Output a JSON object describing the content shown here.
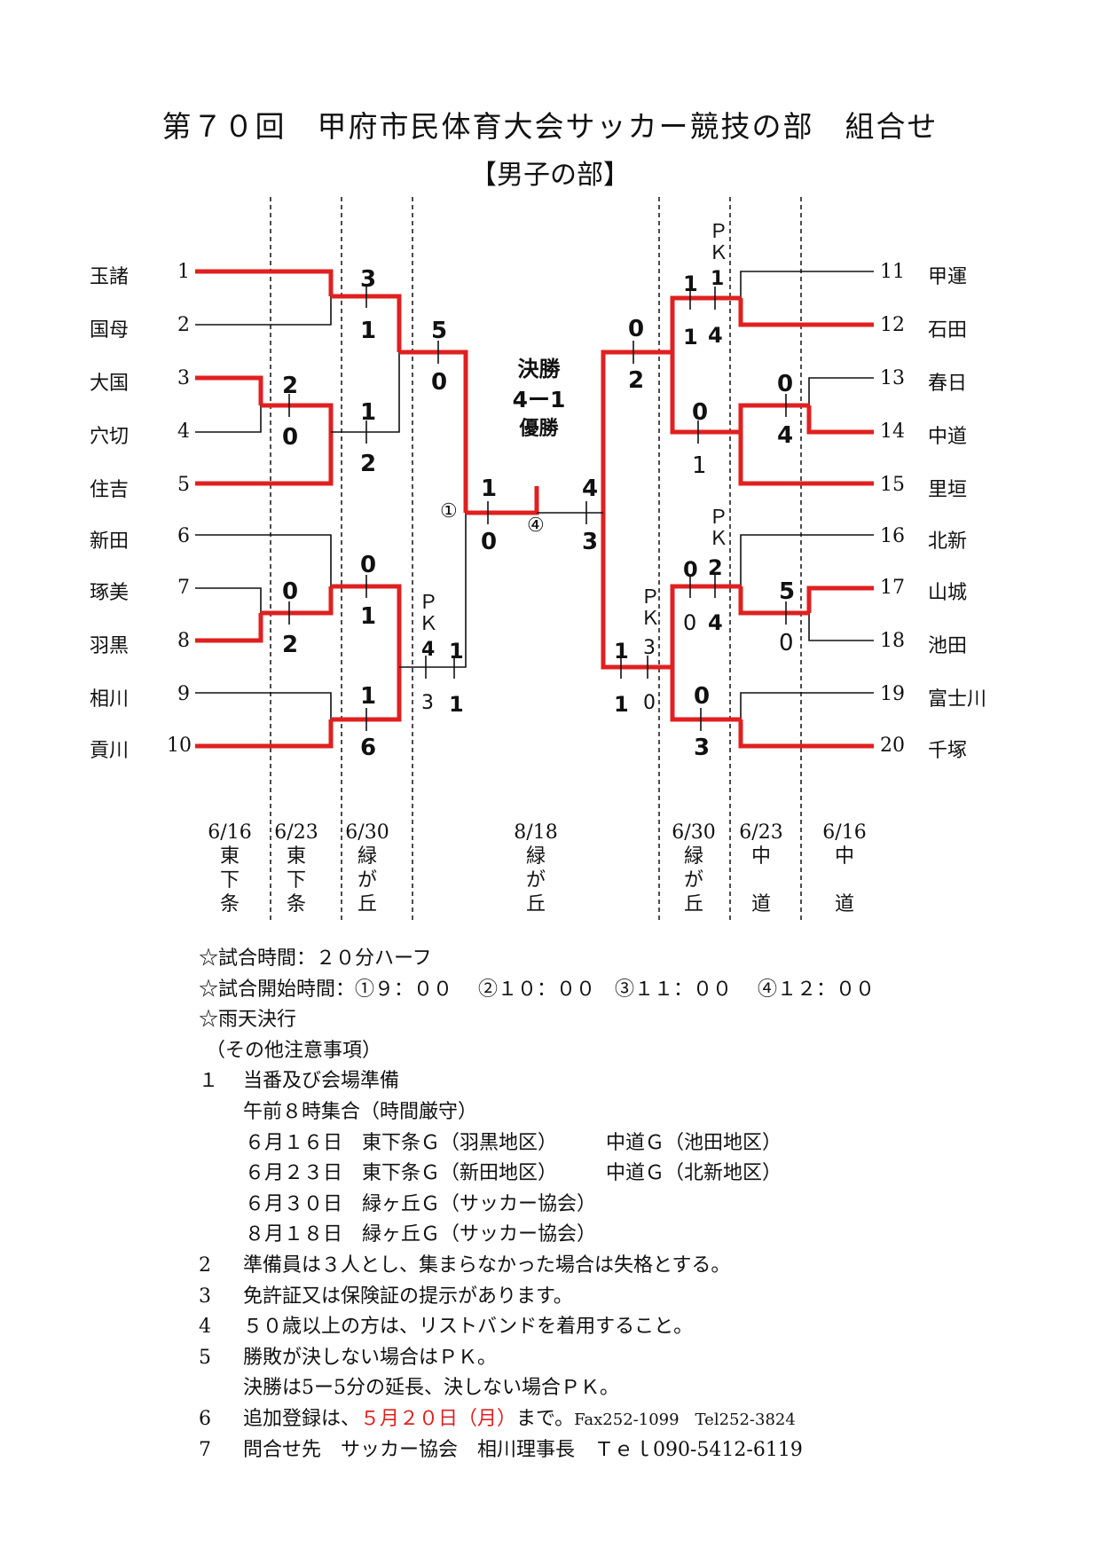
{
  "title": "第７０回　甲府市民体育大会サッカー競技の部　組合せ",
  "subtitle": "【男子の部】",
  "colors": {
    "winner_line": "#e02020",
    "line": "#111111",
    "highlight_text": "#e02020"
  },
  "left_teams": [
    {
      "seed": "1",
      "name": "玉諸"
    },
    {
      "seed": "2",
      "name": "国母"
    },
    {
      "seed": "3",
      "name": "大国"
    },
    {
      "seed": "4",
      "name": "穴切"
    },
    {
      "seed": "5",
      "name": "住吉"
    },
    {
      "seed": "6",
      "name": "新田"
    },
    {
      "seed": "7",
      "name": "琢美"
    },
    {
      "seed": "8",
      "name": "羽黒"
    },
    {
      "seed": "9",
      "name": "相川"
    },
    {
      "seed": "10",
      "name": "貢川"
    }
  ],
  "right_teams": [
    {
      "seed": "11",
      "name": "甲運"
    },
    {
      "seed": "12",
      "name": "石田"
    },
    {
      "seed": "13",
      "name": "春日"
    },
    {
      "seed": "14",
      "name": "中道"
    },
    {
      "seed": "15",
      "name": "里垣"
    },
    {
      "seed": "16",
      "name": "北新"
    },
    {
      "seed": "17",
      "name": "山城"
    },
    {
      "seed": "18",
      "name": "池田"
    },
    {
      "seed": "19",
      "name": "富士川"
    },
    {
      "seed": "20",
      "name": "千塚"
    }
  ],
  "scores": {
    "l_r2_a_top": "3",
    "l_r2_a_bot": "1",
    "l_r1_a_top": "2",
    "l_r1_a_bot": "0",
    "l_r2_b_top": "1",
    "l_r2_b_bot": "2",
    "l_r3_a_top": "5",
    "l_r3_a_bot": "0",
    "l_r2_c_top": "0",
    "l_r2_c_bot": "1",
    "l_r1_b_top": "0",
    "l_r1_b_bot": "2",
    "l_r2_d_top": "1",
    "l_r2_d_bot": "6",
    "l_r3_b_pk_top": "4",
    "l_r3_b_pk_bot": "3",
    "l_r3_b_top": "1",
    "l_r3_b_bot": "1",
    "l_sf_top": "1",
    "l_sf_bot": "0",
    "r_sf_top": "4",
    "r_sf_bot": "3",
    "r_r3_a_top": "0",
    "r_r3_a_bot": "2",
    "r_r2_a_top": "1",
    "r_r2_a_bot": "1",
    "r_r2_a_pk_top": "1",
    "r_r2_a_pk_bot": "4",
    "r_r1_a_top": "0",
    "r_r1_a_bot": "4",
    "r_r2_b_top": "0",
    "r_r2_b_bot": "1",
    "r_r2_c_top": "0",
    "r_r2_c_bot": "0",
    "r_r2_c_pk_top": "2",
    "r_r2_c_pk_bot": "4",
    "r_r1_b_top": "5",
    "r_r1_b_bot": "0",
    "r_r3_b_top": "1",
    "r_r3_b_bot": "1",
    "r_r3_b_pk_top": "3",
    "r_r3_b_pk_bot": "0",
    "r_r2_d_top": "0",
    "r_r2_d_bot": "3"
  },
  "pk_label": "ＰＫ",
  "final": {
    "label": "決勝",
    "score": "4ー1",
    "winner_label": "優勝"
  },
  "match_numbers": {
    "left_sf": "①",
    "right_sf": "④"
  },
  "dates": [
    {
      "date": "6/16",
      "venue": [
        "東",
        "下",
        "条"
      ]
    },
    {
      "date": "6/23",
      "venue": [
        "東",
        "下",
        "条"
      ]
    },
    {
      "date": "6/30",
      "venue": [
        "緑",
        "が",
        "丘"
      ]
    },
    {
      "date": "8/18",
      "venue": [
        "緑",
        "が",
        "丘"
      ]
    },
    {
      "date": "6/30",
      "venue": [
        "緑",
        "が",
        "丘"
      ]
    },
    {
      "date": "6/23",
      "venue": [
        "中",
        "",
        "道"
      ]
    },
    {
      "date": "6/16",
      "venue": [
        "中",
        "",
        "道"
      ]
    }
  ],
  "notes": {
    "match_time": "☆試合時間：２０分ハーフ",
    "start_times": "☆試合開始時間：①９：００　 ②１０：００　③１１：００　 ④１２：００",
    "rain": "☆雨天決行",
    "other_heading": "（その他注意事項）",
    "item1_num": "１",
    "item1": "当番及び会場準備",
    "item1_a": "午前８時集合（時間厳守）",
    "item1_b": "６月１６日　東下条Ｇ（羽黒地区）　　　中道Ｇ（池田地区）",
    "item1_c": "６月２３日　東下条Ｇ（新田地区）　　　中道Ｇ（北新地区）",
    "item1_d": "６月３０日　緑ヶ丘Ｇ（サッカー協会）",
    "item1_e": "８月１８日　緑ヶ丘Ｇ（サッカー協会）",
    "item2_num": "2",
    "item2": "準備員は３人とし、集まらなかった場合は失格とする。",
    "item3_num": "3",
    "item3": "免許証又は保険証の提示があります。",
    "item4_num": "4",
    "item4": "５０歳以上の方は、リストバンドを着用すること。",
    "item5_num": "5",
    "item5": "勝敗が決しない場合はＰＫ。",
    "item5_b": "決勝は5ー5分の延長、決しない場合ＰＫ。",
    "item6_num": "6",
    "item6_a": "追加登録は、",
    "item6_red": "５月２０日（月）",
    "item6_b": "まで。",
    "item6_c": "Fax252-1099　Tel252-3824",
    "item7_num": "7",
    "item7": "問合せ先　サッカー協会　相川理事長　Ｔｅｌ090-5412-6119"
  }
}
